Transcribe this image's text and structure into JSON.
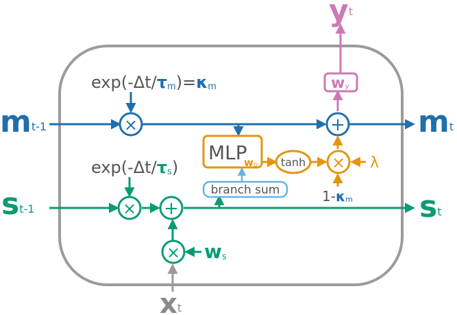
{
  "colors": {
    "blue": "#1f6fad",
    "green": "#0a9b73",
    "orange": "#e3960f",
    "pink": "#cc79b4",
    "gray": "#8a8a8a",
    "lightblue": "#62b3e6",
    "text_gray": "#555555"
  },
  "symbols": {
    "times": "×",
    "plus": "+"
  },
  "inputs": {
    "m_prev": {
      "var": "m",
      "sub": "t-1"
    },
    "s_prev": {
      "var": "s",
      "sub": "t-1"
    },
    "x_t": {
      "var": "x",
      "sub": "t"
    }
  },
  "outputs": {
    "m_t": {
      "var": "m",
      "sub": "t"
    },
    "s_t": {
      "var": "s",
      "sub": "t"
    },
    "y_t": {
      "var": "y",
      "sub": "t"
    }
  },
  "labels": {
    "decay_m_pre": "exp(-Δt/",
    "decay_m_tau": "τ",
    "decay_m_tau_sub": "m",
    "decay_m_mid": ")=",
    "decay_m_kappa": "κ",
    "decay_m_kappa_sub": "m",
    "decay_s_pre": "exp(-Δt/",
    "decay_s_tau": "τ",
    "decay_s_tau_sub": "s",
    "decay_s_post": ")",
    "mlp": "MLP",
    "mlp_weight": "w",
    "mlp_weight_sub": "p",
    "tanh": "tanh",
    "branch_sum": "branch sum",
    "lambda": "λ",
    "one_minus_pre": "1-",
    "one_minus_kappa": "κ",
    "one_minus_kappa_sub": "m",
    "wy": "w",
    "wy_sub": "y",
    "ws": "w",
    "ws_sub": "s"
  }
}
